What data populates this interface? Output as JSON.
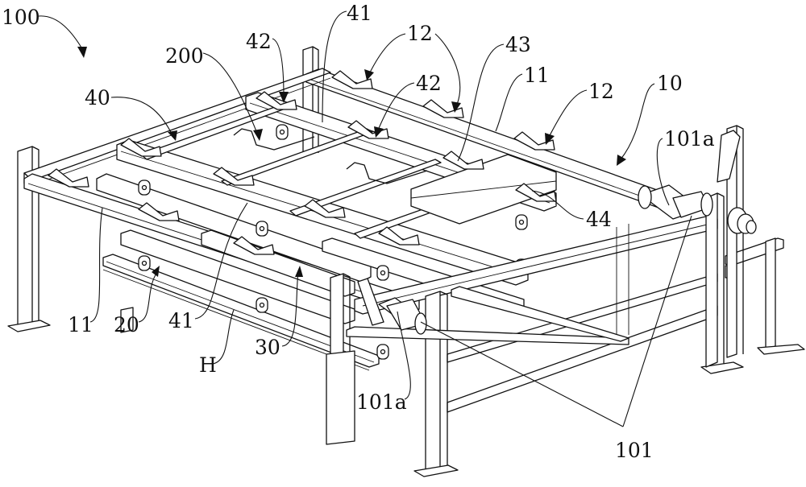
{
  "figure": {
    "type": "patent isometric line drawing",
    "subject": "frame assembly with rails, brackets and rollers"
  },
  "labels": [
    {
      "id": "lbl-100",
      "text": "100",
      "target": "assembly-overall"
    },
    {
      "id": "lbl-200",
      "text": "200",
      "target": "workpiece-tray"
    },
    {
      "id": "lbl-40",
      "text": "40",
      "target": "carrier-frame"
    },
    {
      "id": "lbl-42a",
      "text": "42",
      "target": "bracket"
    },
    {
      "id": "lbl-41a",
      "text": "41",
      "target": "longitudinal-beam"
    },
    {
      "id": "lbl-12a",
      "text": "12",
      "target": "support-block"
    },
    {
      "id": "lbl-42b",
      "text": "42",
      "target": "bracket"
    },
    {
      "id": "lbl-43",
      "text": "43",
      "target": "cross-member"
    },
    {
      "id": "lbl-11a",
      "text": "11",
      "target": "side-rail"
    },
    {
      "id": "lbl-12b",
      "text": "12",
      "target": "support-block"
    },
    {
      "id": "lbl-10",
      "text": "10",
      "target": "base-frame"
    },
    {
      "id": "lbl-101a-top",
      "text": "101a",
      "target": "roller-cylinder"
    },
    {
      "id": "lbl-44",
      "text": "44",
      "target": "end-stop"
    },
    {
      "id": "lbl-11b",
      "text": "11",
      "target": "side-rail"
    },
    {
      "id": "lbl-20",
      "text": "20",
      "target": "lower-carriage"
    },
    {
      "id": "lbl-41b",
      "text": "41",
      "target": "longitudinal-beam"
    },
    {
      "id": "lbl-30",
      "text": "30",
      "target": "middle-carriage"
    },
    {
      "id": "lbl-H",
      "text": "H",
      "target": "guide-track"
    },
    {
      "id": "lbl-101a-bottom",
      "text": "101a",
      "target": "roller-cylinder"
    },
    {
      "id": "lbl-101",
      "text": "101",
      "target": "roller-assembly"
    }
  ]
}
